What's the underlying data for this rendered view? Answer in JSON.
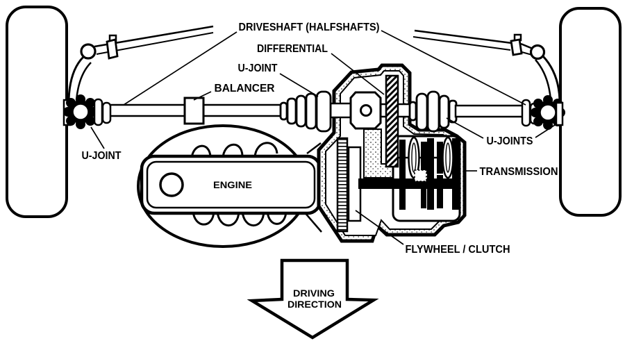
{
  "diagram": {
    "type": "technical-line-drawing",
    "subject": "front-wheel-drive drivetrain top view",
    "colors": {
      "ink": "#000000",
      "paper": "#ffffff"
    },
    "labels": {
      "driveshaft": "DRIVESHAFT (HALFSHAFTS)",
      "differential": "DIFFERENTIAL",
      "u_joint_center": "U-JOINT",
      "balancer": "BALANCER",
      "u_joint_left": "U-JOINT",
      "u_joints_right": "U-JOINTS",
      "transmission": "TRANSMISSION",
      "engine": "ENGINE",
      "flywheel_clutch": "FLYWHEEL / CLUTCH",
      "driving_direction_line1": "DRIVING",
      "driving_direction_line2": "DIRECTION"
    }
  }
}
